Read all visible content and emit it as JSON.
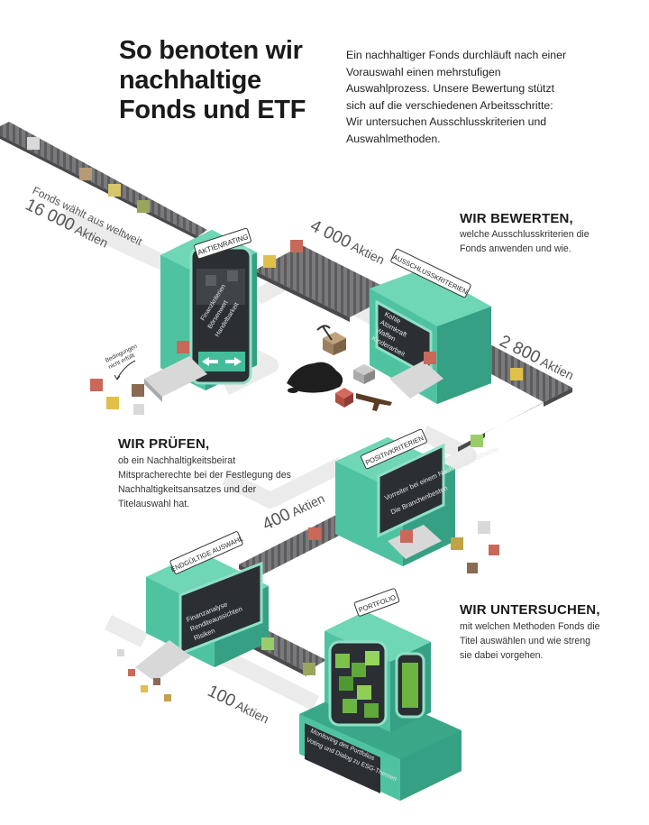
{
  "title": "So benoten wir nachhaltige Fonds und ETF",
  "intro": "Ein nachhaltiger Fonds durchläuft nach einer Vorauswahl einen mehrstufigen Auswahlprozess. Unsere Bewertung stützt sich auf die verschiedenen Arbeitsschritte: Wir untersuchen Ausschlusskriterien und Auswahlmethoden.",
  "sections": {
    "bewerten": {
      "heading": "WIR BEWERTEN,",
      "text": "welche Ausschlusskriterien die Fonds anwenden und wie."
    },
    "pruefen": {
      "heading": "WIR PRÜFEN,",
      "text": "ob ein Nachhaltigkeitsbeirat Mitspracherechte bei der Festlegung des Nachhaltigkeitsansatzes und der Titelauswahl hat."
    },
    "untersuchen": {
      "heading": "WIR UNTERSUCHEN,",
      "text": "mit welchen Methoden Fonds die Titel auswählen und wie streng sie dabei vorgehen."
    }
  },
  "counts": {
    "start_line1": "Fonds wählt aus weltweit",
    "start_number": "16 000",
    "start_unit": "Aktien",
    "c4000_number": "4 000",
    "c4000_unit": "Aktien",
    "c2800_number": "2 800",
    "c2800_unit": "Aktien",
    "c400_number": "400",
    "c400_unit": "Aktien",
    "c100_number": "100",
    "c100_unit": "Aktien"
  },
  "machines": {
    "aktienrating": {
      "label": "AKTIENRATING",
      "items": [
        "Finanzkriterien",
        "Börsenwert",
        "Handelbarkeit"
      ]
    },
    "ausschluss": {
      "label": "AUSSCHLUSSKRITERIEN",
      "items": [
        "Kohle",
        "Atomkraft",
        "Waffen",
        "Kinderarbeit"
      ]
    },
    "positiv": {
      "label": "POSITIVKRITERIEN",
      "items": [
        "Vorreiter bei einem Nachhaltigkeitsthema",
        "Die Branchenbesten"
      ]
    },
    "endgueltig": {
      "label": "ENDGÜLTIGE AUSWAHL",
      "items": [
        "Finanzanalyse",
        "Renditeaussichten",
        "Risiken"
      ]
    },
    "portfolio": {
      "label": "PORTFOLIO",
      "items": [
        "Monitoring des Portfolios",
        "Voting und Dialog zu ESG-Themen"
      ]
    }
  },
  "annotation": {
    "line1": "Bedingungen",
    "line2": "nicht erfüllt"
  },
  "colors": {
    "machine": "#4fc3a1",
    "machine_dark": "#2e9c7d",
    "screen": "#2b2f33",
    "belt": "#6e6e70",
    "path": "#e8e8e8"
  }
}
